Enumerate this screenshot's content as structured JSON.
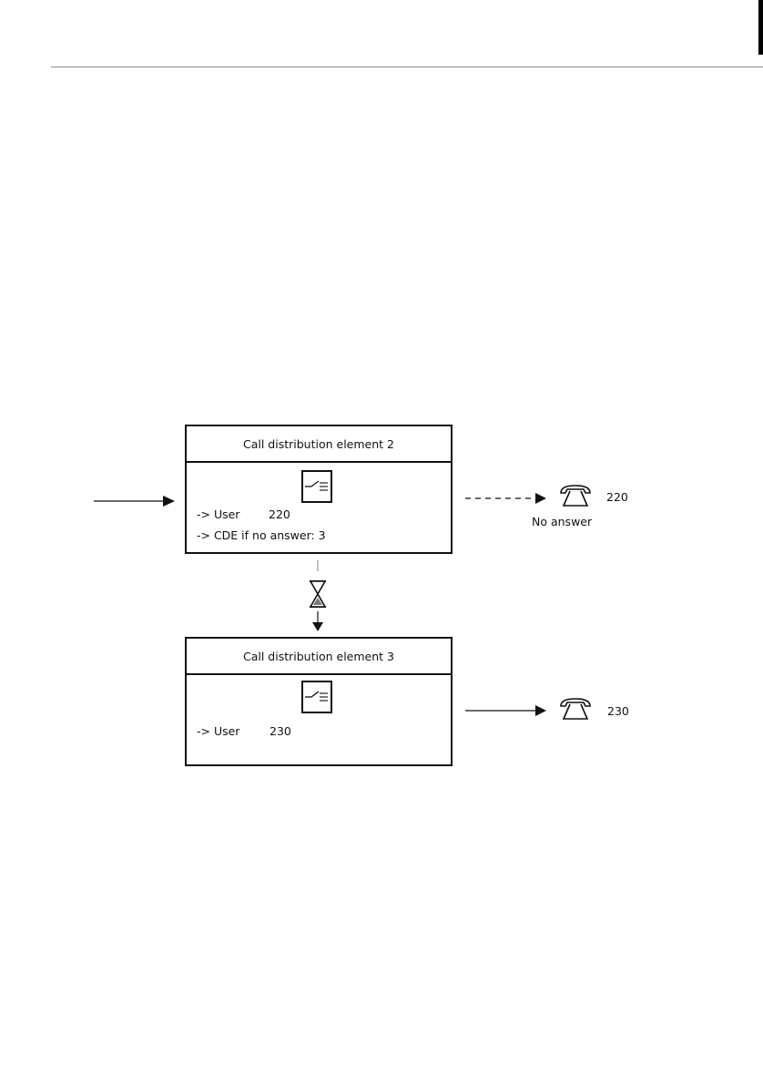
{
  "elements": [
    {
      "title": "Call distribution element 2",
      "lines": [
        {
          "prefix": "-> User",
          "value": "220"
        },
        {
          "prefix": "-> CDE if no answer: 3",
          "value": ""
        }
      ]
    },
    {
      "title": "Call distribution element 3",
      "lines": [
        {
          "prefix": "-> User",
          "value": "230"
        }
      ]
    }
  ],
  "phones": [
    {
      "number": "220",
      "note": "No answer",
      "arrow": "dashed"
    },
    {
      "number": "230",
      "note": "",
      "arrow": "solid"
    }
  ],
  "icons": {
    "switch": "switch-icon",
    "phone": "telephone-icon",
    "timer": "hourglass-icon"
  }
}
